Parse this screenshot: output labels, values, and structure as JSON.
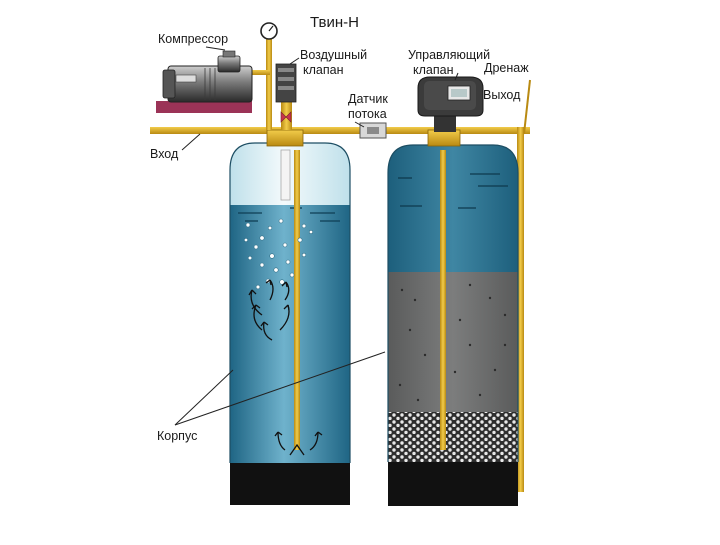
{
  "diagram": {
    "title": "Твин-Н",
    "labels": {
      "compressor": "Компрессор",
      "air_valve_line1": "Воздушный",
      "air_valve_line2": "клапан",
      "control_valve_line1": "Управляющий",
      "control_valve_line2": "клапан",
      "drain": "Дренаж",
      "output": "Выход",
      "flow_sensor_line1": "Датчик",
      "flow_sensor_line2": "потока",
      "input": "Вход",
      "housing": "Корпус"
    }
  },
  "colors": {
    "pipe": "#e0b02a",
    "water_deep": "#2f7795",
    "water_light": "#8fc4d8",
    "air_gap": "#d6ecf2",
    "media": "#6f7070",
    "gravel": "#3a3a3a",
    "base": "#111111",
    "compressor_base": "#9b3357",
    "valve_body": "#3a3a3a"
  }
}
